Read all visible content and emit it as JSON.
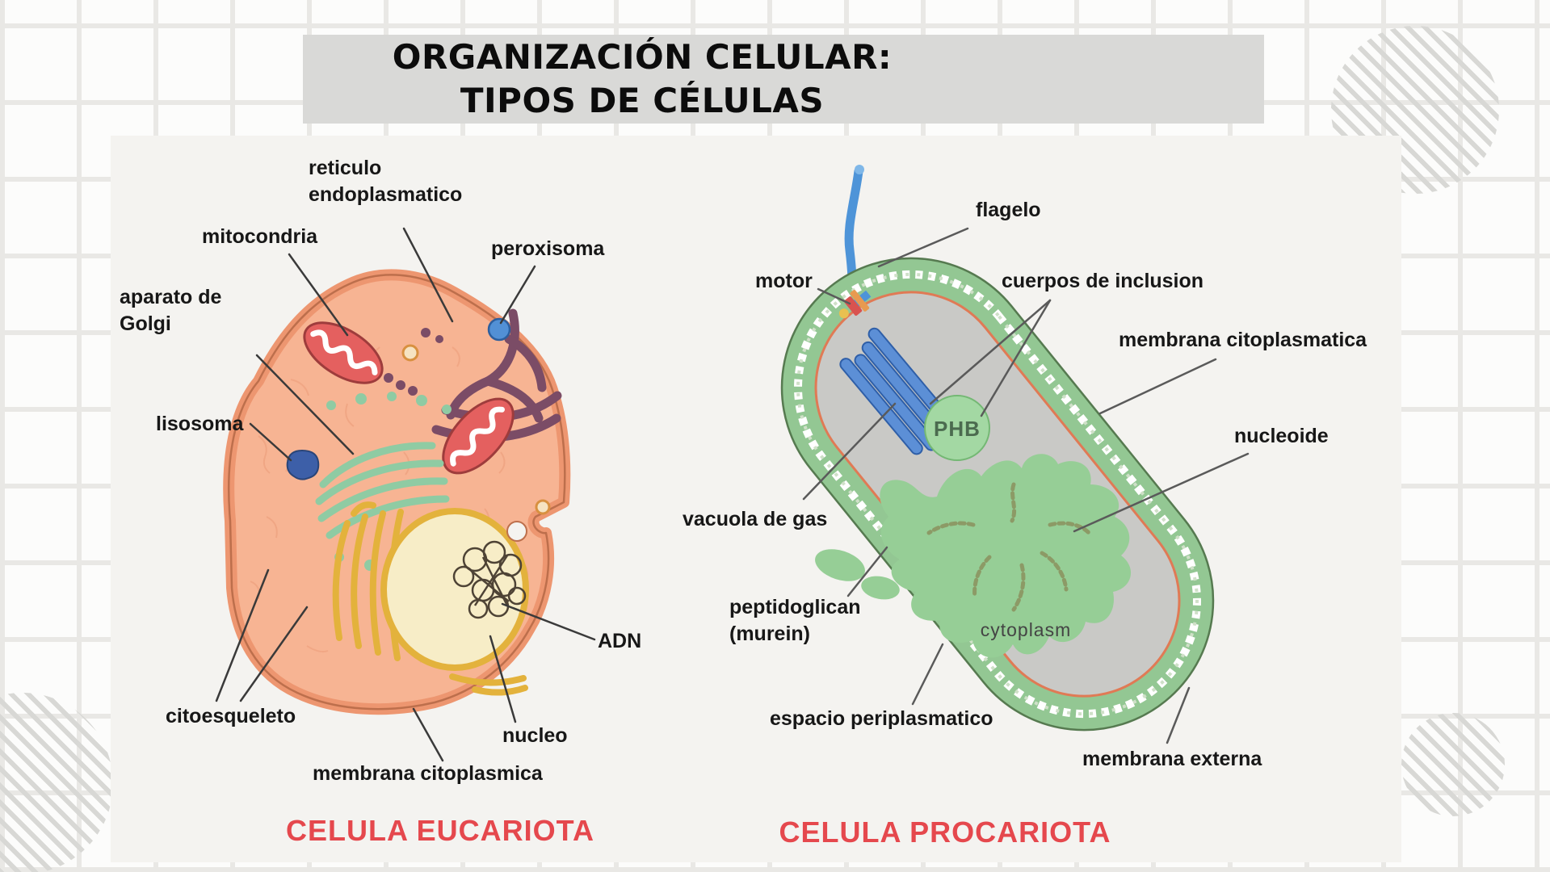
{
  "title": {
    "line1": "ORGANIZACIÓN CELULAR:",
    "line2": "TIPOS DE CÉLULAS"
  },
  "euk": {
    "caption": "CELULA EUCARIOTA",
    "labels": {
      "reticulo_l1": "reticulo",
      "reticulo_l2": "endoplasmatico",
      "mitocondria": "mitocondria",
      "peroxisoma": "peroxisoma",
      "golgi_l1": "aparato de",
      "golgi_l2": "Golgi",
      "lisosoma": "lisosoma",
      "citoesqueleto": "citoesqueleto",
      "membrana_citoplasmica": "membrana citoplasmica",
      "nucleo": "nucleo",
      "adn": "ADN"
    }
  },
  "prok": {
    "caption": "CELULA PROCARIOTA",
    "labels": {
      "flagelo": "flagelo",
      "motor": "motor",
      "cuerpos_de_inclusion": "cuerpos de inclusion",
      "membrana_citoplasmatica": "membrana citoplasmatica",
      "nucleoide": "nucleoide",
      "vacuola_de_gas": "vacuola de gas",
      "peptidoglican_l1": "peptidoglican",
      "peptidoglican_l2": "(murein)",
      "espacio_periplasmatico": "espacio periplasmatico",
      "membrana_externa": "membrana externa",
      "phb": "PHB",
      "cytoplasm": "cytoplasm"
    }
  },
  "colors": {
    "caption_red": "#E5484D",
    "title_box_gray": "#D9D9D7",
    "card_bg": "#F4F3F0",
    "euk_cytoplasm": "#F7B493",
    "euk_membrane_band": "#ED9670",
    "mitochondria_red": "#E4605F",
    "er_purple": "#7B4C66",
    "golgi_green": "#8FCBA3",
    "lysosome_blue": "#3D5FA8",
    "peroxisome_blue": "#5290D5",
    "nucleus_gold": "#E3B23C",
    "nucleus_fill": "#F7EDC7",
    "prok_wall_green": "#93C793",
    "prok_cytoplasm_gray": "#C9C9C6",
    "prok_inner_membrane": "#E07A55",
    "nucleoid_green": "#96CE96",
    "phb_green": "#A3D8A3",
    "vacuole_blue": "#5C8FD6",
    "flagellum_blue": "#4E94D8"
  }
}
